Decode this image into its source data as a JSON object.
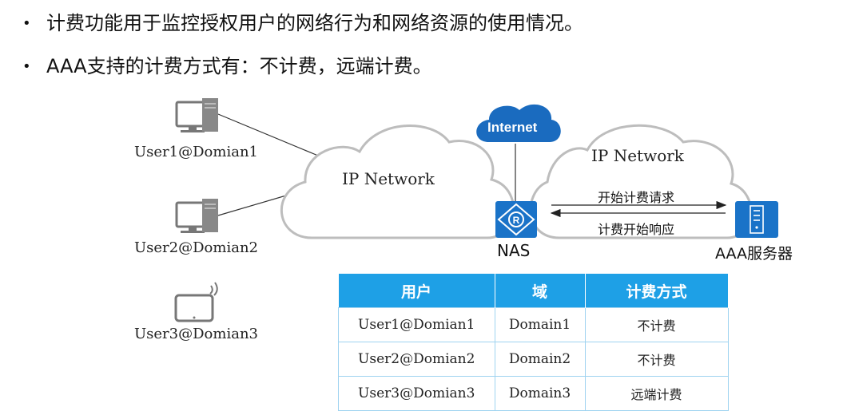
{
  "bullets": [
    "计费功能用于监控授权用户的网络行为和网络资源的使用情况。",
    "AAA支持的计费方式有：不计费，远端计费。"
  ],
  "users": [
    "User1@Domian1",
    "User2@Domian2",
    "User3@Domian3"
  ],
  "network": {
    "left_cloud": "IP Network",
    "right_cloud": "IP Network",
    "internet": "Internet",
    "nas": "NAS",
    "aaa_server": "AAA服务器",
    "request_label": "开始计费请求",
    "response_label": "计费开始响应"
  },
  "table": {
    "headers": [
      "用户",
      "域",
      "计费方式"
    ],
    "rows": [
      [
        "User1@Domian1",
        "Domain1",
        "不计费"
      ],
      [
        "User2@Domian2",
        "Domain2",
        "不计费"
      ],
      [
        "User3@Domian3",
        "Domain3",
        "远端计费"
      ]
    ]
  },
  "colors": {
    "accent": "#1ea0e6",
    "router": "#1a73c8",
    "icon_gray": "#777777"
  }
}
